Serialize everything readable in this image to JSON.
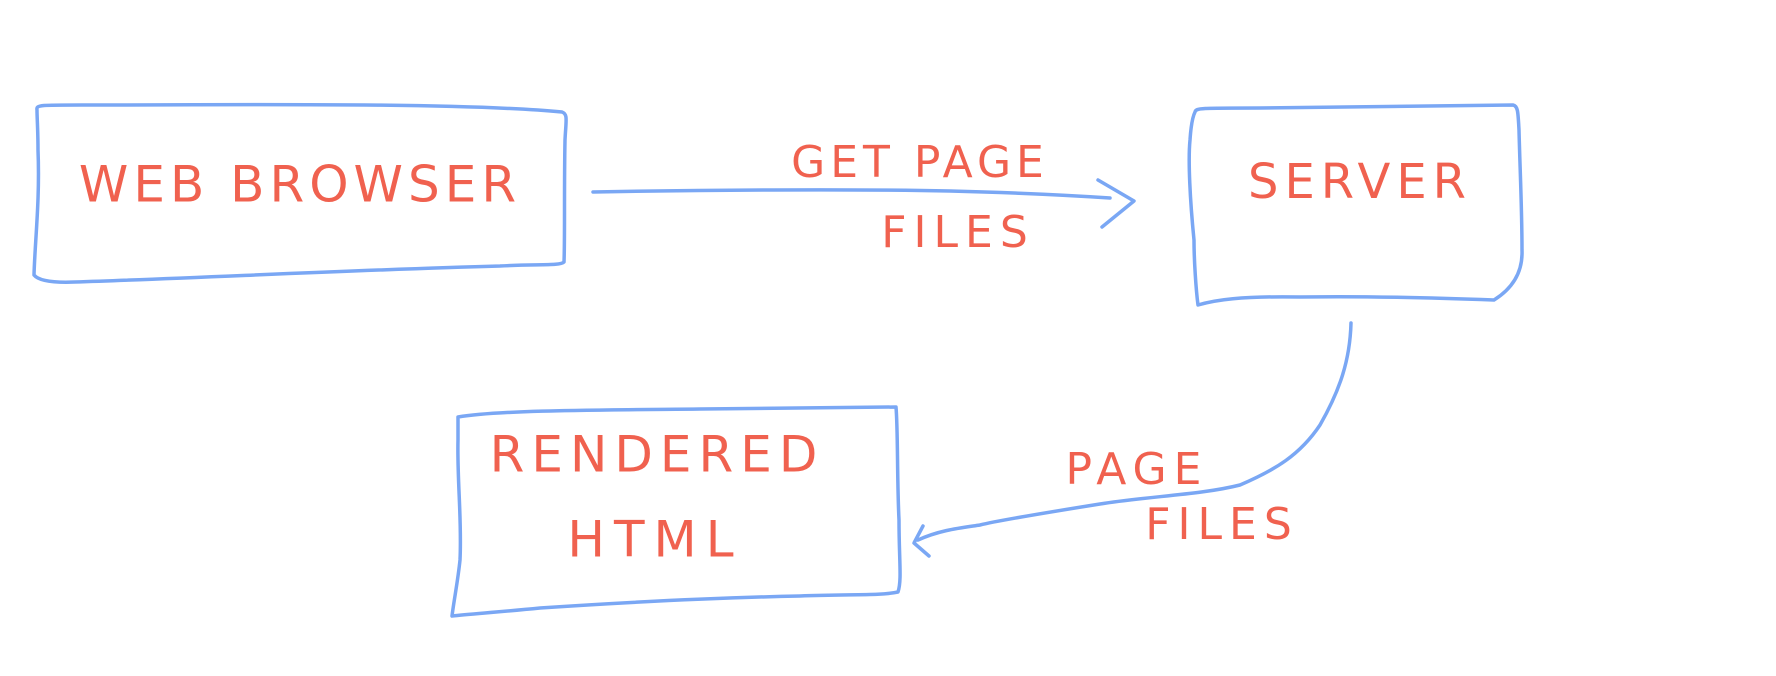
{
  "colors": {
    "box_stroke": "#7aa7f4",
    "text": "#f0614f",
    "background": "#ffffff"
  },
  "nodes": {
    "web_browser": "WEB BROWSER",
    "server": "SERVER",
    "rendered_html_line1": "RENDERED",
    "rendered_html_line2": "HTML"
  },
  "edges": {
    "request": {
      "from": "WEB BROWSER",
      "to": "SERVER",
      "label_line1": "GET PAGE",
      "label_line2": "FILES"
    },
    "response": {
      "from": "SERVER",
      "to": "RENDERED HTML",
      "label_line1": "PAGE",
      "label_line2": "FILES"
    }
  }
}
